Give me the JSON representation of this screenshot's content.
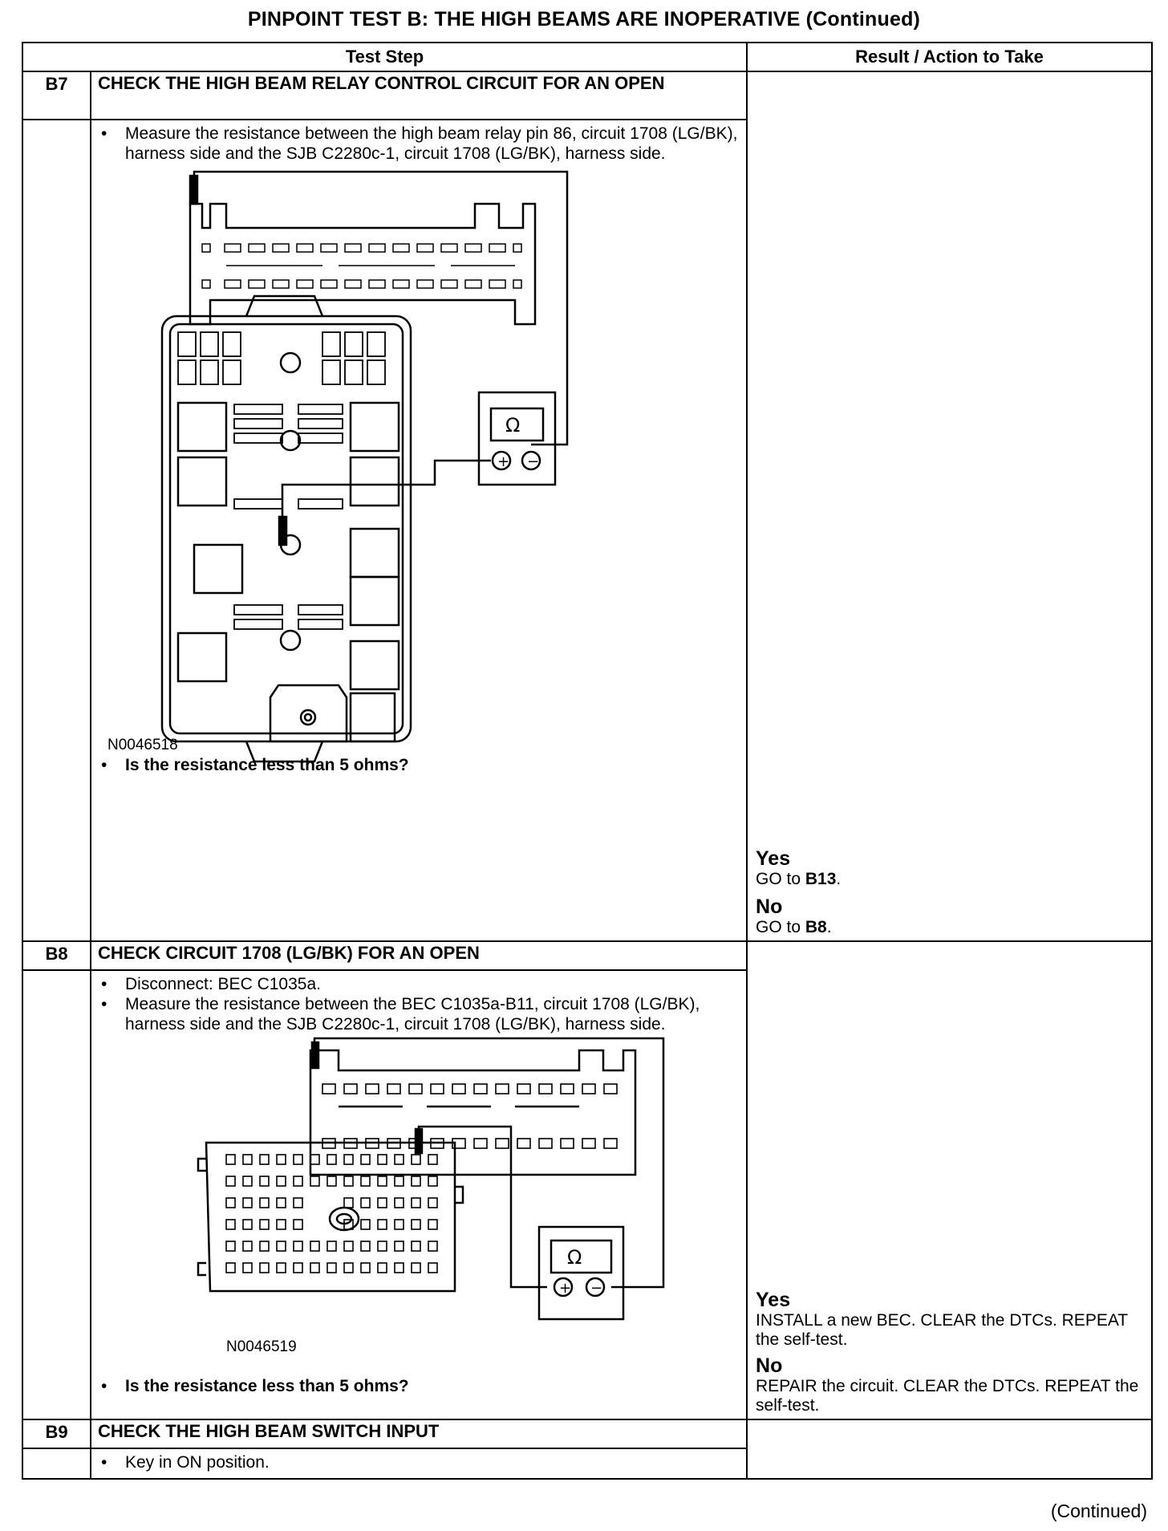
{
  "title": "PINPOINT TEST B: THE HIGH BEAMS ARE INOPERATIVE (Continued)",
  "headers": {
    "test_step": "Test Step",
    "result": "Result / Action to Take"
  },
  "steps": [
    {
      "id": "B7",
      "heading": "CHECK THE HIGH BEAM RELAY CONTROL CIRCUIT FOR AN OPEN",
      "bullets": [
        "Measure the resistance between the high beam relay pin 86, circuit 1708 (LG/BK), harness side and the SJB C2280c-1, circuit 1708 (LG/BK), harness side."
      ],
      "figure_id": "N0046518",
      "meter_symbol": "Ω",
      "question": "Is the resistance less than 5 ohms?",
      "yes_label": "Yes",
      "yes_text": "GO to ",
      "yes_ref": "B13",
      "yes_tail": ".",
      "no_label": "No",
      "no_text": "GO to ",
      "no_ref": "B8",
      "no_tail": "."
    },
    {
      "id": "B8",
      "heading": "CHECK CIRCUIT 1708 (LG/BK) FOR AN OPEN",
      "bullets": [
        "Disconnect: BEC C1035a.",
        "Measure the resistance between the BEC C1035a-B11, circuit 1708 (LG/BK), harness side and the SJB C2280c-1, circuit 1708 (LG/BK), harness side."
      ],
      "figure_id": "N0046519",
      "meter_symbol": "Ω",
      "question": "Is the resistance less than 5 ohms?",
      "yes_label": "Yes",
      "yes_text": "INSTALL a new BEC. CLEAR the DTCs. REPEAT the self-test.",
      "no_label": "No",
      "no_text": "REPAIR the circuit. CLEAR the DTCs. REPEAT the self-test."
    },
    {
      "id": "B9",
      "heading": "CHECK THE HIGH BEAM SWITCH INPUT",
      "bullets": [
        "Key in ON position."
      ]
    }
  ],
  "continued": "(Continued)"
}
